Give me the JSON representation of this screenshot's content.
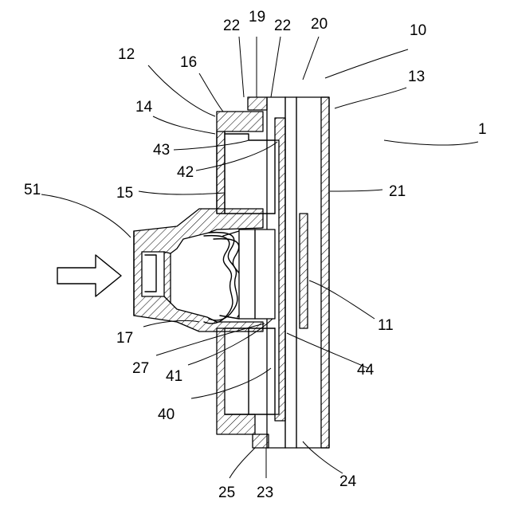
{
  "labels": {
    "l1": "1",
    "l10": "10",
    "l11": "11",
    "l12": "12",
    "l13": "13",
    "l14": "14",
    "l15": "15",
    "l16": "16",
    "l17": "17",
    "l19": "19",
    "l20": "20",
    "l21": "21",
    "l22a": "22",
    "l22b": "22",
    "l23": "23",
    "l24": "24",
    "l25": "25",
    "l27": "27",
    "l40": "40",
    "l41": "41",
    "l42": "42",
    "l43": "43",
    "l44": "44",
    "l51": "51"
  }
}
